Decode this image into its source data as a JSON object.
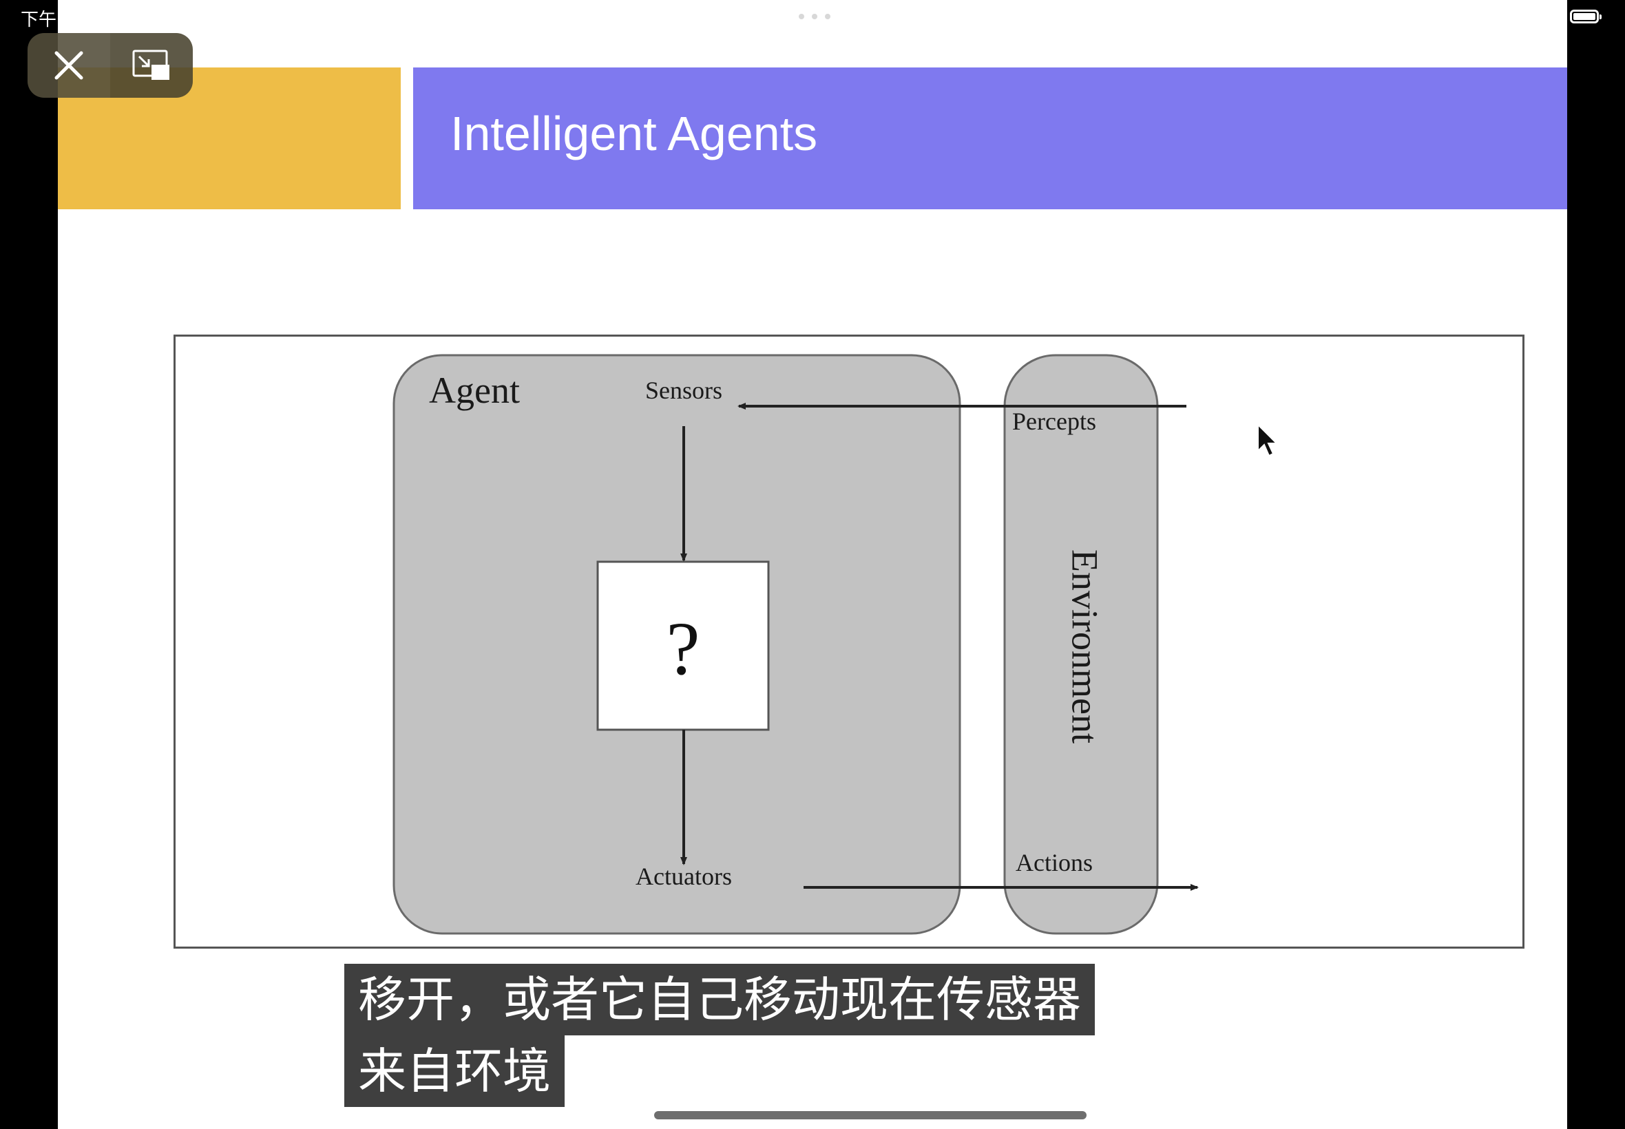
{
  "status_bar": {
    "time_label": "下午",
    "battery_icon": "battery-full-icon"
  },
  "slide": {
    "title": "Intelligent Agents",
    "colors": {
      "left_bar": "#eebd47",
      "title_bar": "#7f79ef"
    }
  },
  "diagram": {
    "agent_label": "Agent",
    "sensors_label": "Sensors",
    "process_label": "?",
    "actuators_label": "Actuators",
    "percepts_label": "Percepts",
    "actions_label": "Actions",
    "environment_label": "Environment",
    "colors": {
      "box_fill": "#c2c2c2",
      "box_stroke": "#6a6a6a",
      "arrow": "#222222"
    }
  },
  "pip_controls": {
    "close_icon": "close-icon",
    "exit_pip_icon": "exit-pip-icon"
  },
  "subtitle": {
    "line1": "移开，或者它自己移动现在传感器",
    "line2": "来自环境"
  }
}
